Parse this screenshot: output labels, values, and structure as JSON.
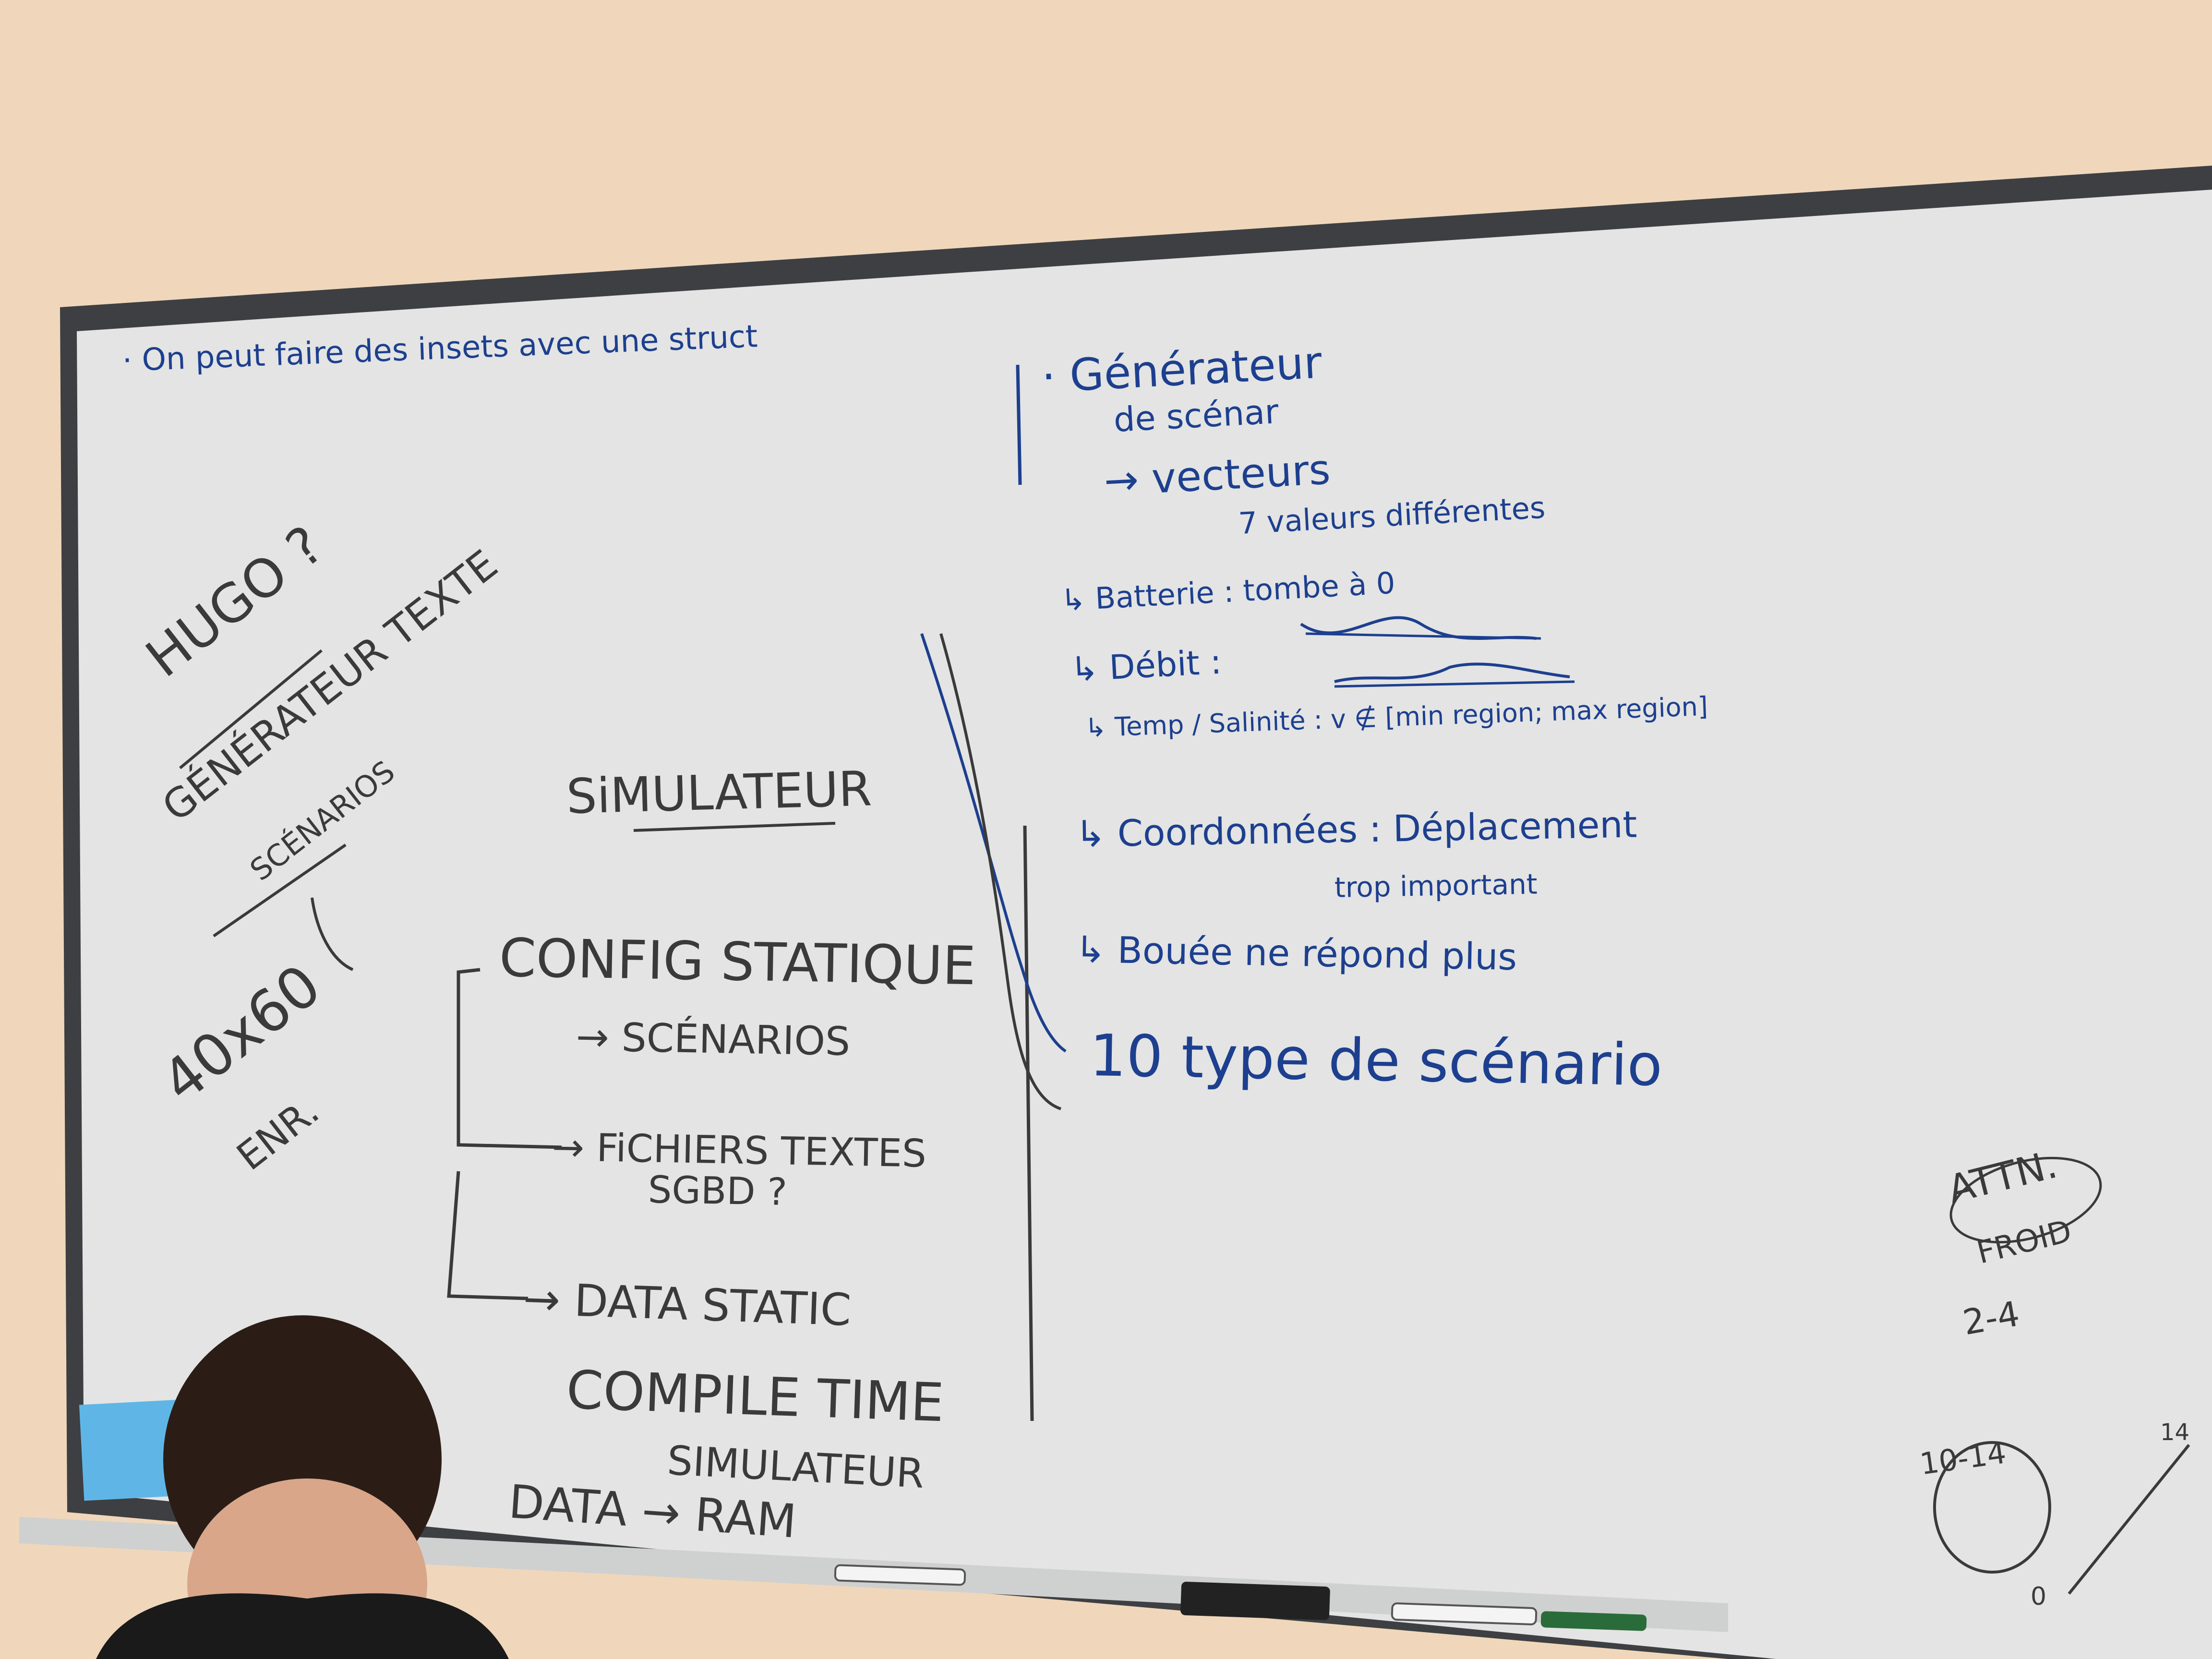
{
  "scene": {
    "description_colors": {
      "wall": "#f0d7bb",
      "board": "#e3e4e3",
      "frame": "#3d3f42",
      "marker_blue": "#1d3f8f",
      "marker_black": "#3a3a3a"
    }
  },
  "left_column": {
    "top_note": "· On peut faire des insets avec une struct",
    "hugo": "HUGO ?",
    "generator_title": "GÉNÉRATEUR TEXTE",
    "generator_sub": "SCÉNARIOS",
    "size_note": "40x60",
    "size_unit": "ENR.",
    "simulator_title": "SiMULATEUR",
    "config": "CONFIG STATIQUE",
    "config_sub": "→ SCÉNARIOS",
    "files": "→ FiCHIERS TEXTES",
    "files_sub": "SGBD ?",
    "data_static": "→ DATA STATIC",
    "compile_time": "COMPILE TIME",
    "simulateur2": "SIMULATEUR",
    "data_ram": "DATA → RAM"
  },
  "right_column": {
    "generator": "· Générateur",
    "generator_sub": "de scénar",
    "vectors": "→ vecteurs",
    "vectors_sub": "7 valeurs différentes",
    "battery": "↳ Batterie : tombe à 0",
    "debit": "↳ Débit :",
    "temp": "↳ Temp / Salinité : v ∉ [min region; max region]",
    "coords": "↳ Coordonnées : Déplacement",
    "coords_sub": "trop important",
    "buoy": "↳ Bouée ne répond plus",
    "types": "10 type de scénario"
  },
  "corner_notes": {
    "attn": "ATTN.",
    "froid": "FROID",
    "num": "2-4",
    "circle": "10-14",
    "scale_start": "0",
    "scale_end": "14"
  }
}
